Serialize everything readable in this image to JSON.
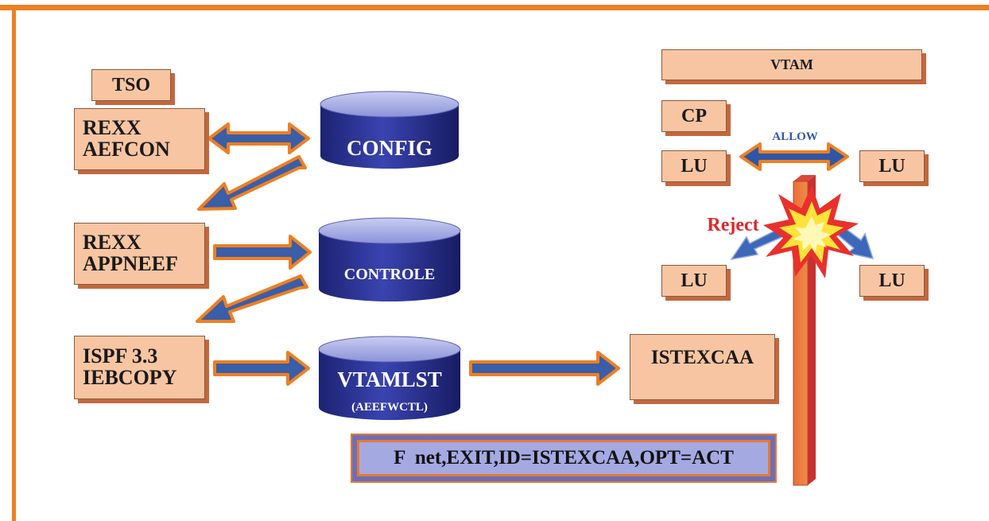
{
  "boxes": {
    "tso": "TSO",
    "rexx_aefcon": "REXX\nAEFCON",
    "rexx_appneef": "REXX\nAPPNEEF",
    "ispf": "ISPF 3.3\nIEBCOPY",
    "vtam": "VTAM",
    "cp": "CP",
    "lu_top_left": "LU",
    "lu_top_right": "LU",
    "lu_bottom_left": "LU",
    "lu_bottom_right": "LU",
    "istexcaa": "ISTEXCAA"
  },
  "datasets": {
    "config": "CONFIG",
    "controle": "CONTROLE",
    "vtamlst": "VTAMLST",
    "vtamlst_sub": "(AEEFWCTL)"
  },
  "labels": {
    "allow": "ALLOW",
    "reject": "Reject"
  },
  "command": "F  net,EXIT,ID=ISTEXCAA,OPT=ACT",
  "colors": {
    "frame": "#ee7f22",
    "box_fill": "#f8c5a2",
    "box_shadow": "#c4673e",
    "arrow_blue": "#3a5ea8",
    "arrow_orange": "#ee7f22",
    "cylinder_blue": "#23288a",
    "reject_red": "#e0262b",
    "allow_blue": "#2f56a6"
  }
}
